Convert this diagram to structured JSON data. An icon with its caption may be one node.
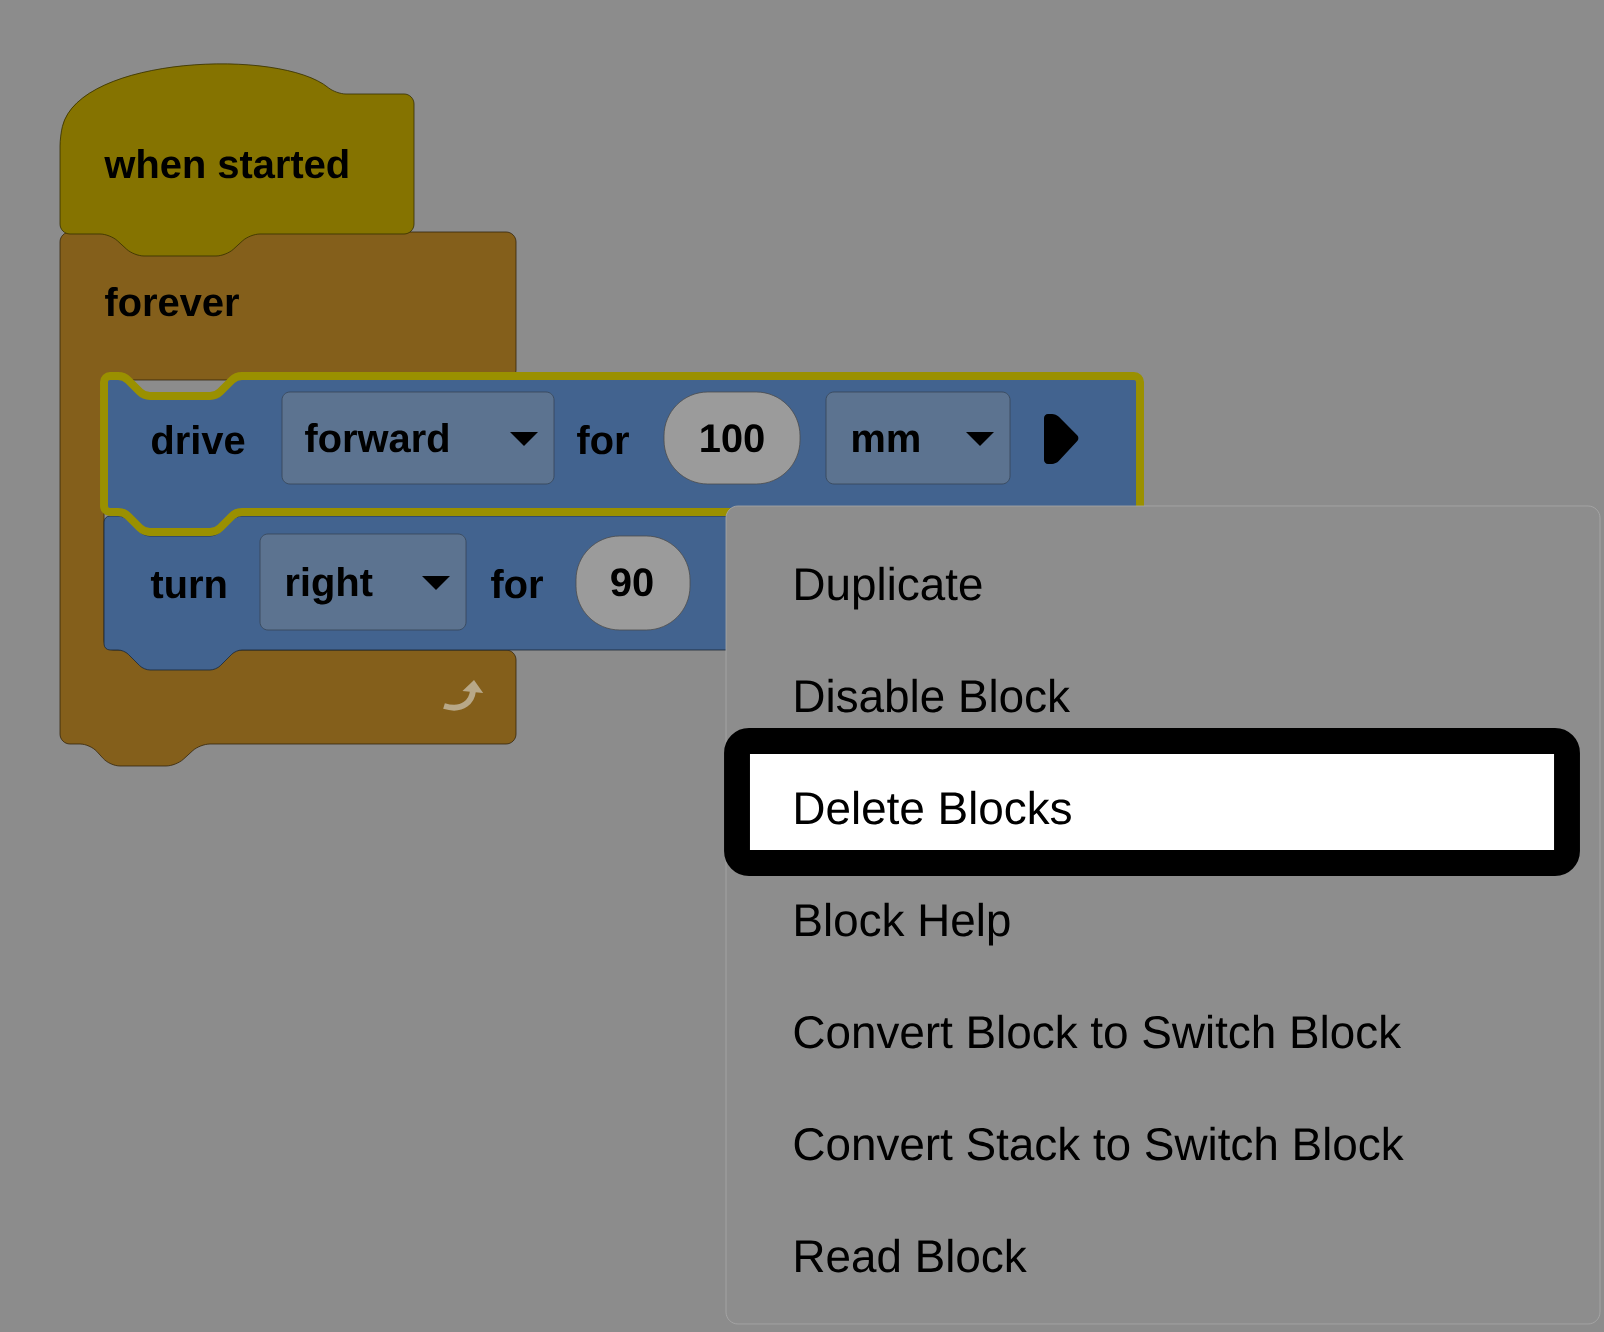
{
  "diagram": {
    "nodes": [
      {
        "text": [
          "when started"
        ]
      },
      {
        "text": [
          "forever"
        ]
      },
      {
        "text": [
          "drive",
          "for"
        ]
      },
      {
        "text": [
          "forward"
        ],
        "in": 2
      },
      {
        "text": [
          "100"
        ],
        "in": 2
      },
      {
        "text": [
          "mm"
        ],
        "in": 2
      },
      {
        "text": [
          "turn",
          "for"
        ]
      },
      {
        "text": [
          "right"
        ],
        "in": 6
      },
      {
        "text": [
          "90"
        ],
        "in": 6
      },
      {
        "text": [],
        "shape": "box"
      },
      {
        "text": [
          "Duplicate"
        ],
        "in": 9
      },
      {
        "text": [
          "Disable Block"
        ],
        "in": 9
      },
      {
        "text": [
          "Delete Blocks"
        ],
        "in": 9
      },
      {
        "text": [
          "Block Help"
        ],
        "in": 9
      },
      {
        "text": [
          "Convert Block to Switch Block"
        ],
        "in": 9
      },
      {
        "text": [
          "Convert Stack to Switch Block"
        ],
        "in": 9
      },
      {
        "text": [
          "Read Block"
        ],
        "in": 9
      }
    ]
  }
}
